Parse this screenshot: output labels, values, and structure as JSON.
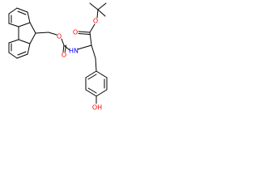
{
  "structure": {
    "atom_labels": {
      "ester_oxygen": "O",
      "carbonyl_oxygen": "O",
      "carbamate_oxygen": "O",
      "carbamate_carbonyl_oxygen": "O",
      "amide_nitrogen": "HN",
      "phenol_hydroxyl": "OH"
    },
    "colors": {
      "bond": "#000000",
      "oxygen": "#ff0000",
      "nitrogen": "#0000ff",
      "background": "#ffffff"
    }
  }
}
